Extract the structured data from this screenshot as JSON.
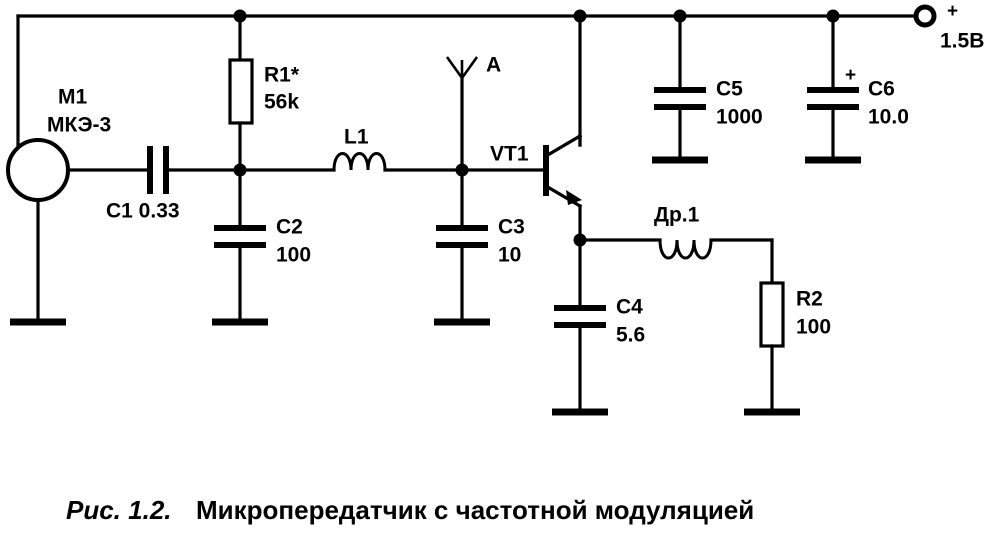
{
  "figure": {
    "caption_prefix": "Рис. 1.2.",
    "caption_text": "Микропередатчик с частотной модуляцией",
    "title": "Микропередатчик с частотной модуляцией",
    "ink_color": "#000000",
    "background_color": "#ffffff"
  },
  "components": {
    "mic": {
      "ref": "M1",
      "type": "МКЭ-3"
    },
    "c1": {
      "ref": "C1",
      "value": "0.33",
      "label": "C1 0.33"
    },
    "r1": {
      "ref": "R1*",
      "value": "56k"
    },
    "c2": {
      "ref": "C2",
      "value": "100"
    },
    "l1": {
      "ref": "L1"
    },
    "c3": {
      "ref": "C3",
      "value": "10"
    },
    "antenna": {
      "ref": "A"
    },
    "vt1": {
      "ref": "VT1"
    },
    "c4": {
      "ref": "C4",
      "value": "5.6"
    },
    "dr1": {
      "ref": "Др.1"
    },
    "r2": {
      "ref": "R2",
      "value": "100"
    },
    "c5": {
      "ref": "C5",
      "value": "1000"
    },
    "c6": {
      "ref": "C6",
      "value": "10.0",
      "polarity": "+"
    },
    "supply": {
      "polarity": "+",
      "voltage": "1.5В"
    }
  }
}
